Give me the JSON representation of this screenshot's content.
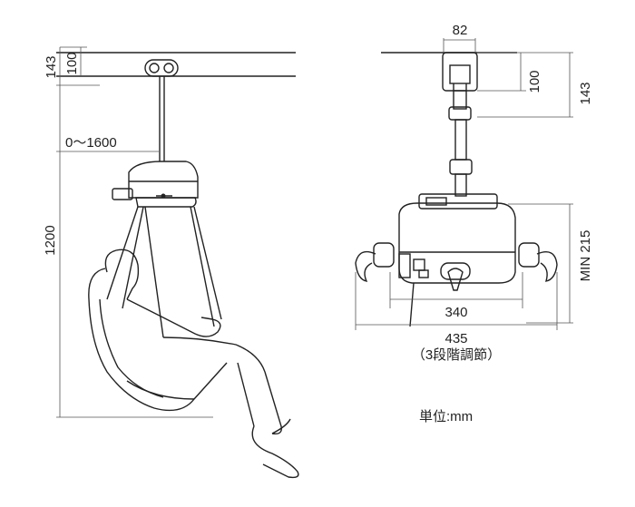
{
  "left_view": {
    "dim_143": "143",
    "dim_100": "100",
    "dim_travel": "0〜1600",
    "dim_1200": "1200"
  },
  "right_view": {
    "dim_82": "82",
    "dim_100": "100",
    "dim_143": "143",
    "dim_min215": "MIN 215",
    "dim_340": "340",
    "dim_435": "435",
    "note_3step": "（3段階調節）"
  },
  "unit_label": "単位:mm"
}
